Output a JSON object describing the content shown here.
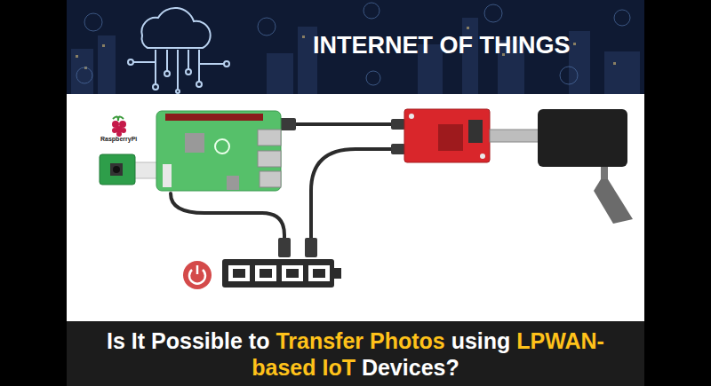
{
  "diagram": {
    "title": "INTERNET OF THINGS",
    "caption": "Is It Possible to Transfer Photos using LPWAN-based IoT Devices?",
    "labels": [
      "RaspberryPi"
    ]
  }
}
